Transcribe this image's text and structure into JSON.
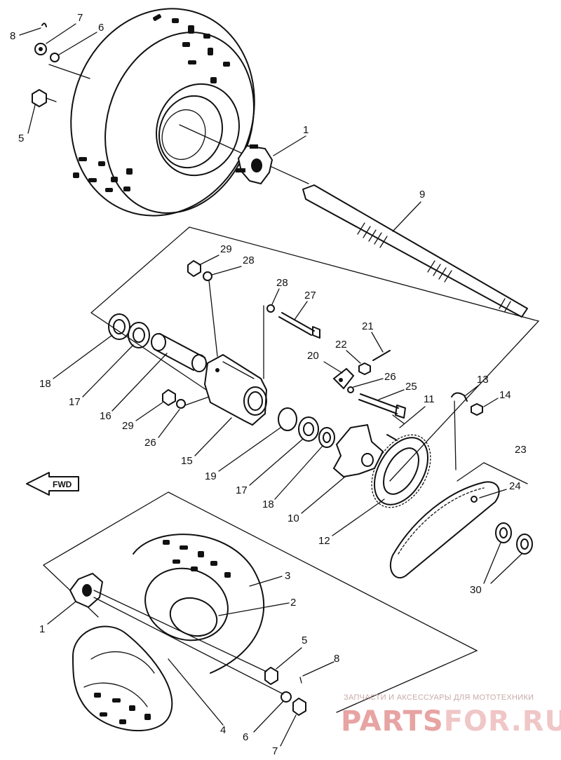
{
  "diagram": {
    "fwd_label": "FWD",
    "part_labels": [
      "1",
      "2",
      "3",
      "4",
      "5",
      "6",
      "7",
      "8",
      "9",
      "10",
      "11",
      "12",
      "13",
      "14",
      "15",
      "16",
      "17",
      "18",
      "19",
      "20",
      "21",
      "22",
      "23",
      "24",
      "25",
      "26",
      "27",
      "28",
      "29",
      "30"
    ]
  },
  "watermark": {
    "tagline": "ЗАПЧАСТИ И АКСЕССУАРЫ ДЛЯ МОТОТЕХНИКИ",
    "brand_red": "PARTS",
    "brand_pink": "FOR.RU",
    "color_red": "#e8a3a3",
    "color_pink": "#f0c6c6"
  }
}
